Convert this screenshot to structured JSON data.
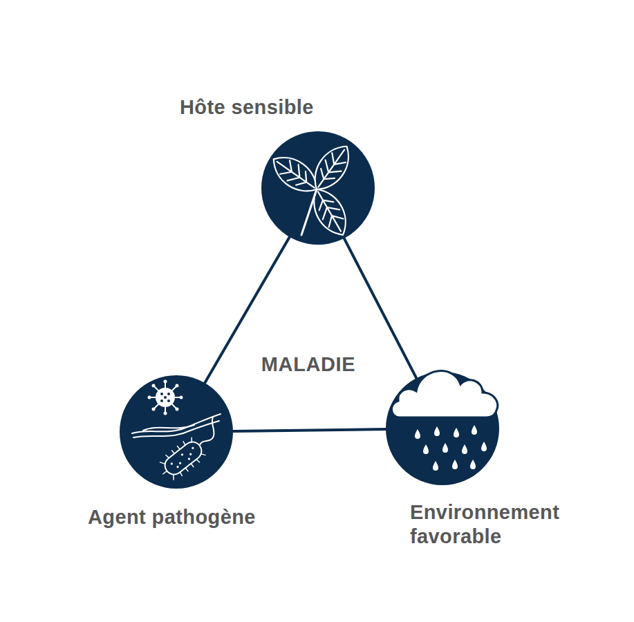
{
  "diagram": {
    "nodes": [
      {
        "text": [
          "Hôte sensible"
        ]
      },
      {
        "text": [
          "Agent pathogène"
        ]
      },
      {
        "text": [
          "Environnement favorable"
        ]
      }
    ],
    "edges": [
      {
        "from": 0,
        "to": 1,
        "arrow": "none"
      },
      {
        "from": 1,
        "to": 2,
        "arrow": "none"
      },
      {
        "from": 2,
        "to": 0,
        "arrow": "none"
      }
    ],
    "labels": [
      "MALADIE"
    ]
  }
}
